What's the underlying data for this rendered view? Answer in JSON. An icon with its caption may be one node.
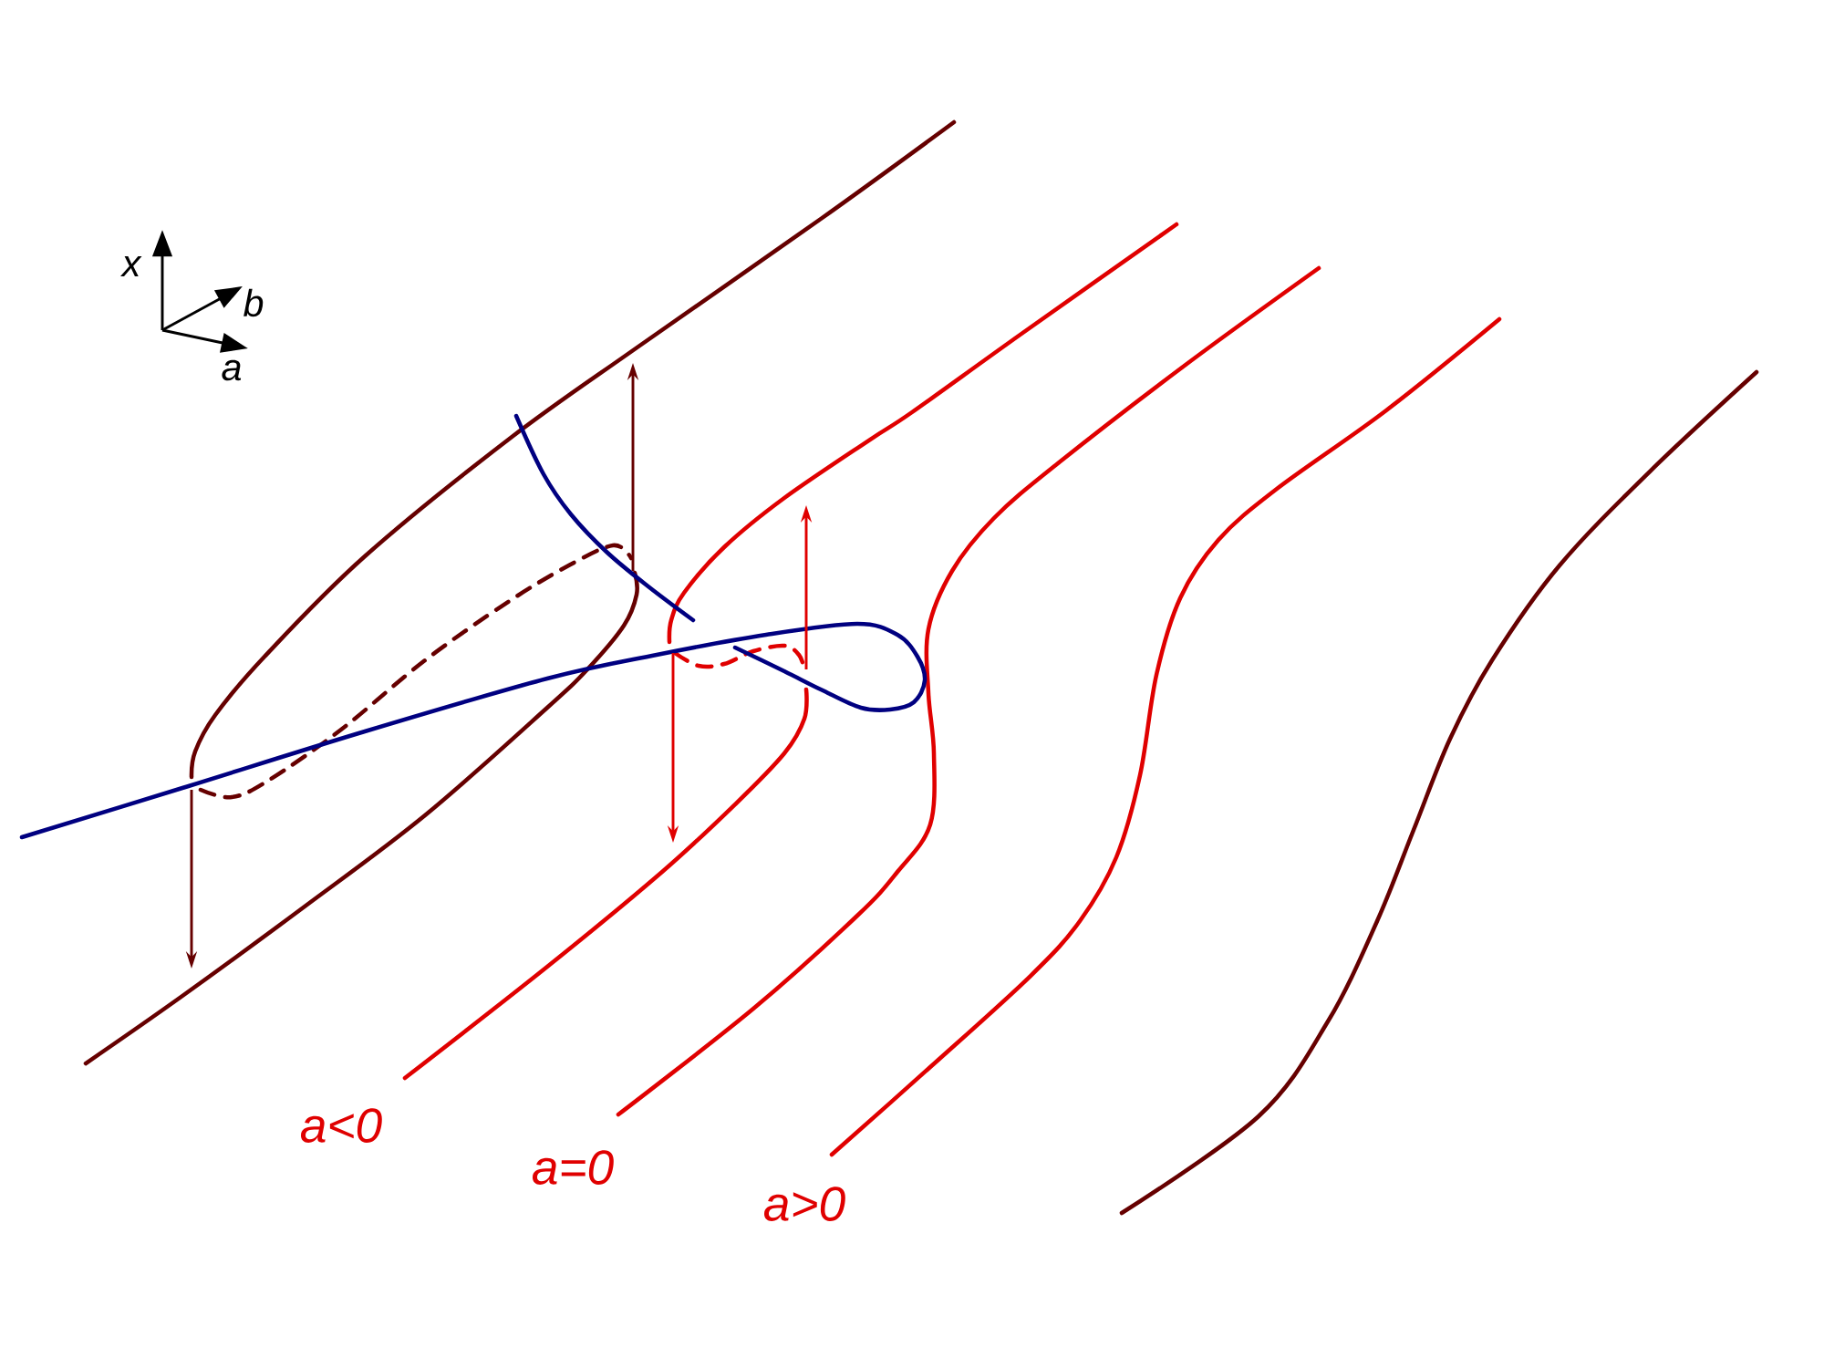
{
  "diagram": {
    "labels": [
      "x",
      "b",
      "a",
      "a<0",
      "a=0",
      "a>0"
    ]
  }
}
